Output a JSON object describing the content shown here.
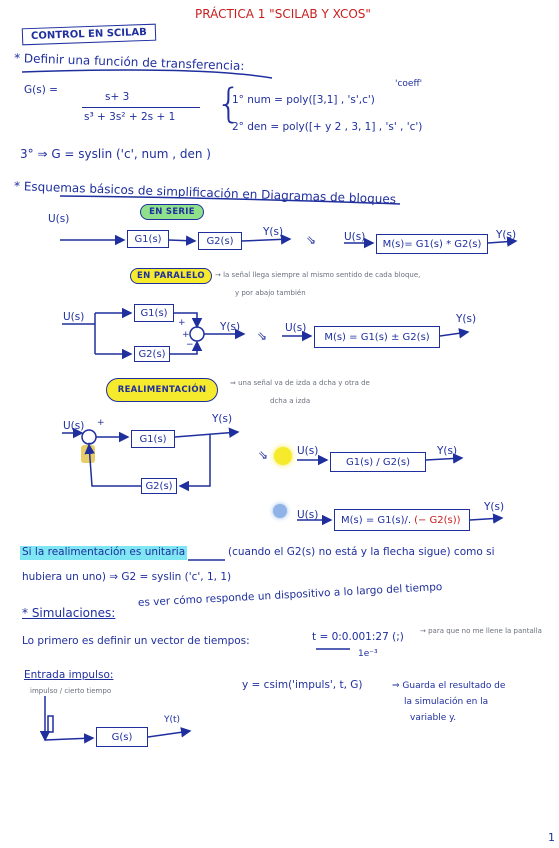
{
  "header": {
    "title": "PRÁCTICA 1   \"SCILAB Y XCOS\"",
    "section_title": "CONTROL EN SCILAB",
    "page_number": "1"
  },
  "def_tf": {
    "heading": "* Definir una función de transferencia:",
    "g_label": "G(s) =",
    "numerator": "s+ 3",
    "denominator": "s³ + 3s² + 2s + 1",
    "coeff_note": "'coeff'",
    "num_line": "1° num = poly([3,1] , 's',c')",
    "den_line": "2° den = poly([+ y 2 , 3, 1] , 's' , 'c')",
    "step3": "3° ⇒ G = syslin ('c', num , den )"
  },
  "block_diagrams": {
    "heading": "* Esquemas básicos de simplificación en Diagramas de bloques",
    "serie": {
      "pill": "EN SERIE",
      "u": "U(s)",
      "g1": "G1(s)",
      "g2": "G2(s)",
      "y": "Y(s)",
      "eq_in": "U(s)",
      "eq_box": "M(s)= G1(s) * G2(s)",
      "eq_out": "Y(s)"
    },
    "paralelo": {
      "pill": "EN PARALELO",
      "note1": "→ la señal llega siempre al mismo sentido de cada bloque,",
      "note2": "y por abajo también",
      "u": "U(s)",
      "g1": "G1(s)",
      "g2": "G2(s)",
      "plus1": "+",
      "plus2": "+",
      "minus": "−",
      "y": "Y(s)",
      "eq_in": "U(s)",
      "eq_box": "M(s) = G1(s) ± G2(s)",
      "eq_out": "Y(s)"
    },
    "realimentacion": {
      "pill": "REALIMENTACIÓN",
      "note1": "⇒ una señal va de izda a dcha y otra de",
      "note2": "dcha a izda",
      "u": "U(s)",
      "plus": "+",
      "minus": "−",
      "g1": "G1(s)",
      "g2": "G2(s)",
      "y": "Y(s)",
      "eq1_in": "U(s)",
      "eq1_box": "G1(s) / G2(s)",
      "eq1_out": "Y(s)",
      "eq2_in": "U(s)",
      "eq2_box_a": "M(s) = G1(s)/.",
      "eq2_box_b": "(− G2(s))",
      "eq2_out": "Y(s)"
    }
  },
  "unitary": {
    "highlight": "Si la realimentación es unitaria",
    "rest": "(cuando el G2(s) no está y la flecha sigue) como si",
    "line2": "hubiera un uno) ⇒ G2 = syslin ('c', 1, 1)"
  },
  "simulations": {
    "heading": "* Simulaciones:",
    "desc": "es ver cómo responde un dispositivo a lo largo del tiempo",
    "line2a": "Lo primero es definir un vector de tiempos:",
    "time_expr": "t = 0:0.001:27 (;)",
    "time_note": "→ para que no me llene la pantalla",
    "time_sub": "1e⁻³"
  },
  "impulse": {
    "heading": "Entrada impulso:",
    "sketch_note": "impulso / cierto tiempo",
    "box": "G(s)",
    "y": "Y(t)",
    "code": "y = csim('impuls', t, G)",
    "note1": "⇒ Guarda el resultado de",
    "note2": "la simulación en la",
    "note3": "variable y."
  },
  "colors": {
    "ink": "#1f2f9e",
    "red_ink": "#c81e1e",
    "green_highlight": "#8fe08a",
    "yellow_highlight": "#f6ea2c",
    "cyan_highlight": "#7fe6f4"
  }
}
